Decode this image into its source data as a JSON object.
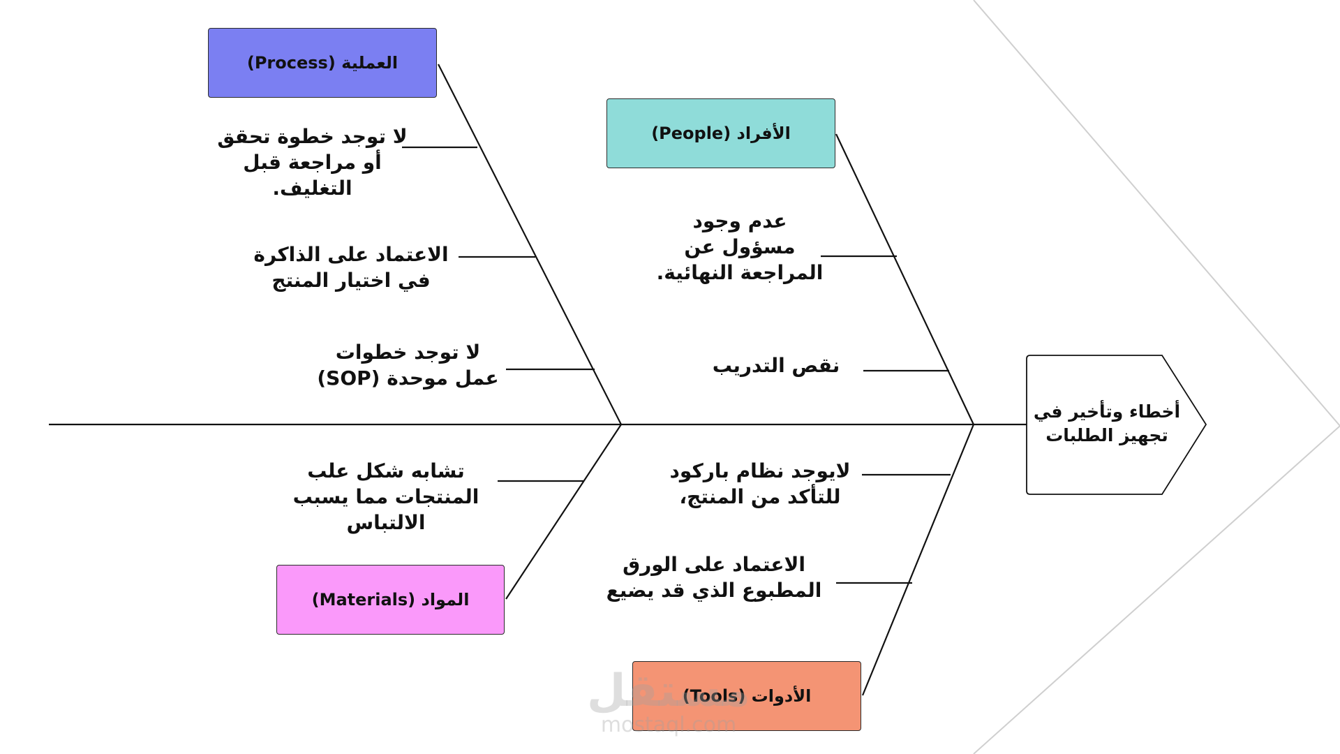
{
  "effect": {
    "text": "أخطاء وتأخير في\nتجهيز الطلبات"
  },
  "categories": {
    "process": {
      "label": "العملية (Process)",
      "color": "#7b7ff2"
    },
    "people": {
      "label": "الأفراد (People)",
      "color": "#8fdcd9"
    },
    "materials": {
      "label": "المواد (Materials)",
      "color": "#fa99fa"
    },
    "tools": {
      "label": "الأدوات (Tools)",
      "color": "#f49474"
    }
  },
  "causes": {
    "process": [
      "لا توجد خطوة تحقق\nأو مراجعة قبل\nالتغليف.",
      "الاعتماد على الذاكرة\nفي اختيار المنتج",
      "لا توجد خطوات\nعمل موحدة (SOP)"
    ],
    "people": [
      "عدم وجود\nمسؤول عن\nالمراجعة النهائية.",
      "نقص التدريب"
    ],
    "materials": [
      "تشابه شكل علب\nالمنتجات مما يسبب\nالالتباس"
    ],
    "tools": [
      "لايوجد نظام باركود\nللتأكد من المنتج،",
      "الاعتماد على الورق\nالمطبوع الذي قد يضيع"
    ]
  },
  "watermark": {
    "arabic": "مستقل",
    "latin": "mostaql.com"
  }
}
